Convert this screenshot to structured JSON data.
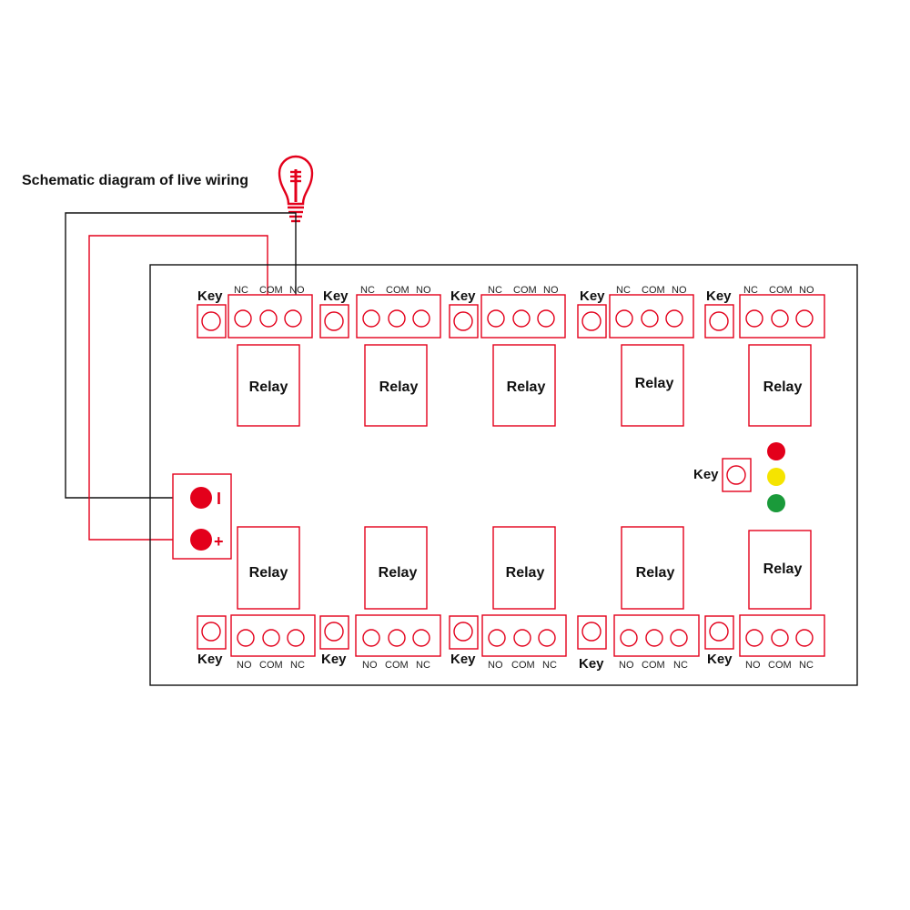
{
  "title": "Schematic diagram of live wiring",
  "labels": {
    "key": "Key",
    "relay": "Relay"
  },
  "terminals_top": [
    "NC",
    "COM",
    "NO"
  ],
  "terminals_bottom": [
    "NO",
    "COM",
    "NC"
  ],
  "power": {
    "minus": "I",
    "plus": "+"
  },
  "colors": {
    "board": "#111111",
    "component": "#e3001b",
    "wire_black": "#111111",
    "wire_red": "#e3001b",
    "led_red": "#e3001b",
    "led_yellow": "#f5e400",
    "led_green": "#1a9a3a"
  },
  "icons": [
    "bulb-icon"
  ],
  "top_channel_count": 5,
  "bottom_channel_count": 5
}
